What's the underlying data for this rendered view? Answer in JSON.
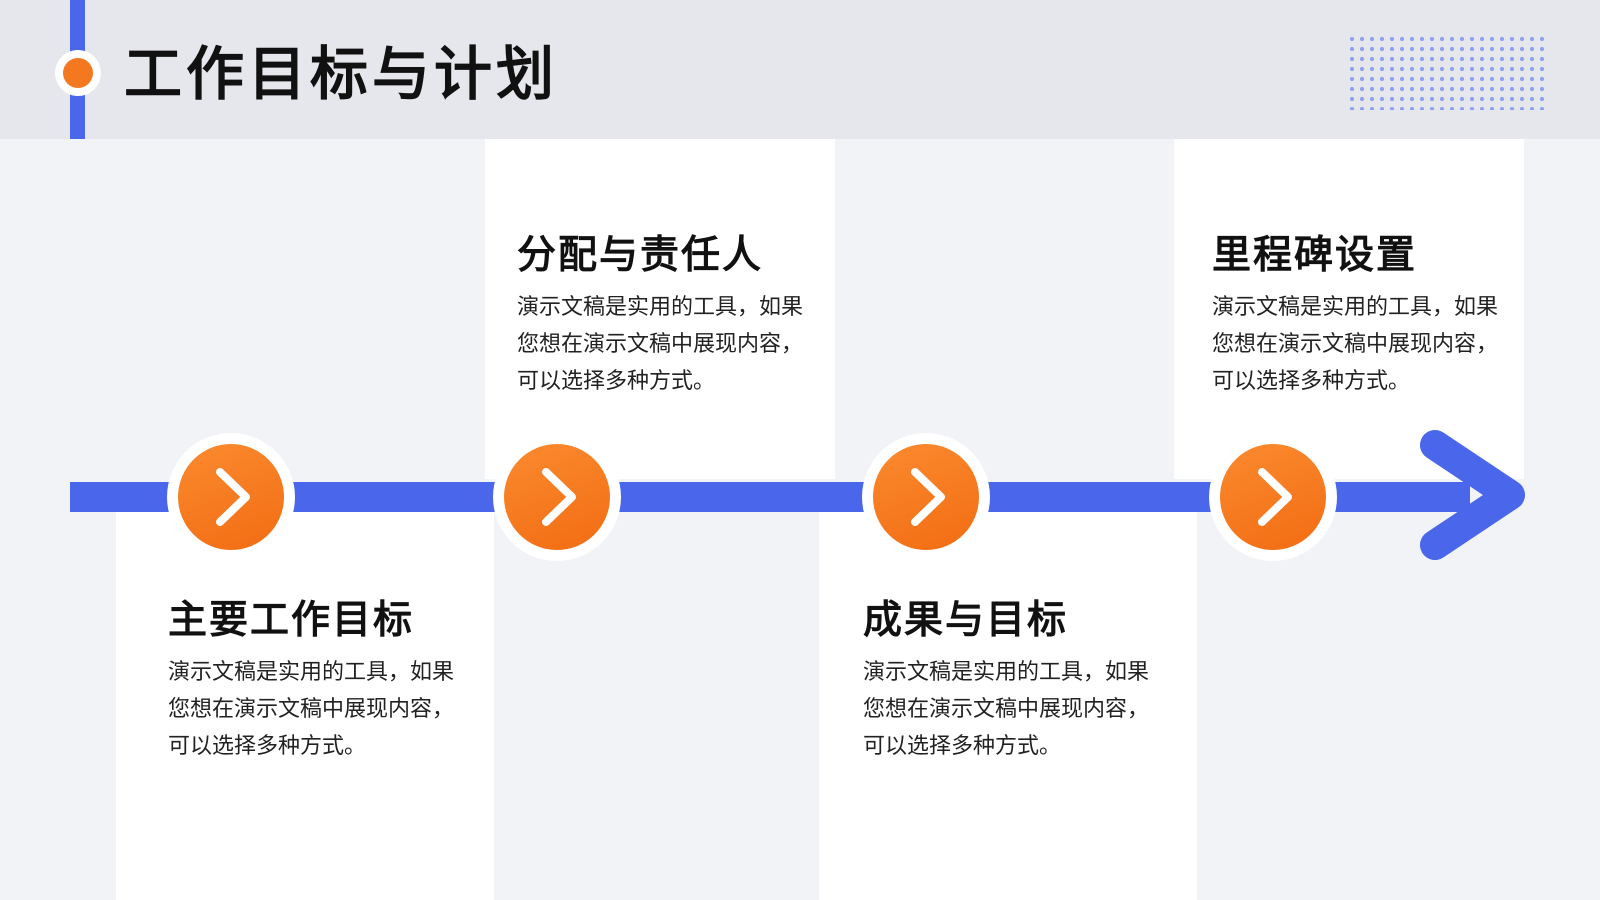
{
  "page": {
    "title": "工作目标与计划",
    "accent_color": "#4a66ea",
    "highlight_color": "#f47820"
  },
  "steps": [
    {
      "title": "主要工作目标",
      "description": "演示文稿是实用的工具，如果您想在演示文稿中展现内容，可以选择多种方式。",
      "icon": "chevron-right-icon"
    },
    {
      "title": "分配与责任人",
      "description": "演示文稿是实用的工具，如果您想在演示文稿中展现内容，可以选择多种方式。",
      "icon": "chevron-right-icon"
    },
    {
      "title": "成果与目标",
      "description": "演示文稿是实用的工具，如果您想在演示文稿中展现内容，可以选择多种方式。",
      "icon": "chevron-right-icon"
    },
    {
      "title": "里程碑设置",
      "description": "演示文稿是实用的工具，如果您想在演示文稿中展现内容，可以选择多种方式。",
      "icon": "chevron-right-icon"
    }
  ]
}
